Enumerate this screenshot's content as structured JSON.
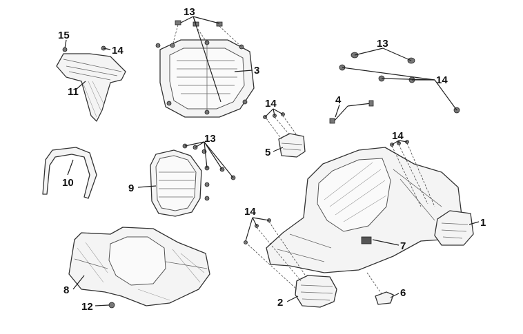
{
  "callouts": [
    "1",
    "2",
    "3",
    "4",
    "5",
    "6",
    "7",
    "8",
    "9",
    "10",
    "11",
    "12",
    "13",
    "14",
    "15"
  ]
}
